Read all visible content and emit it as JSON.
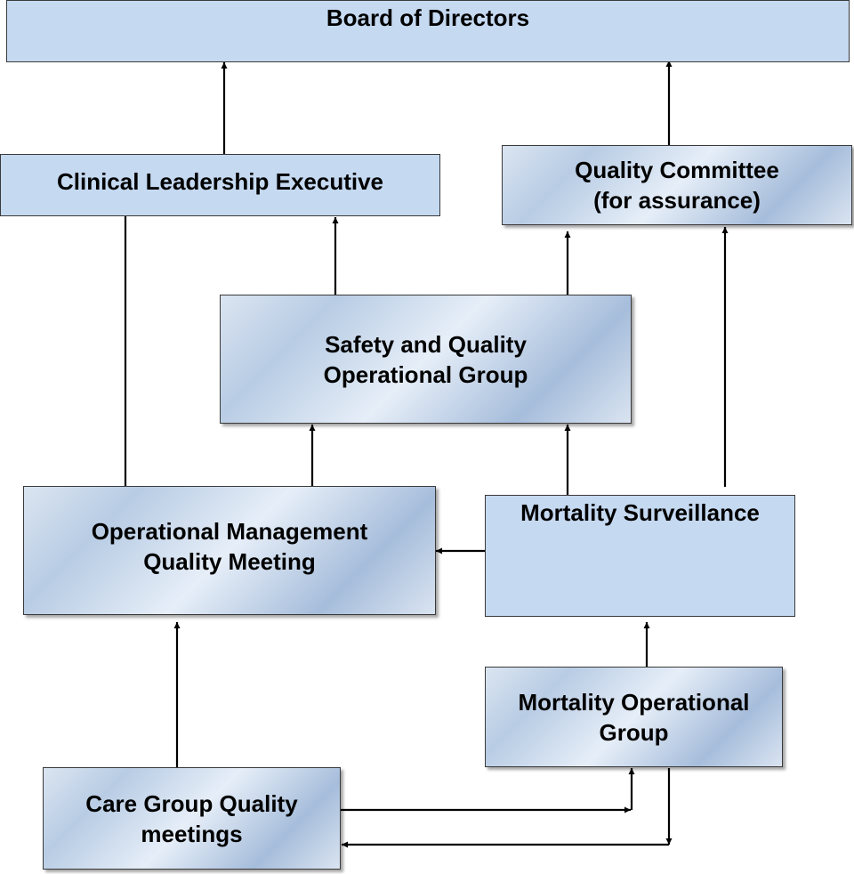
{
  "boxes": {
    "board": "Board of Directors",
    "cle": "Clinical Leadership Executive",
    "qc": [
      "Quality Committee",
      "(for assurance)"
    ],
    "sqog": [
      "Safety and Quality",
      "Operational Group"
    ],
    "omqm": [
      "Operational Management",
      "Quality Meeting"
    ],
    "ms": "Mortality Surveillance",
    "mog": [
      "Mortality Operational",
      "Group"
    ],
    "cgq": [
      "Care Group Quality",
      "meetings"
    ]
  },
  "colors": {
    "box_fill": "#c5d9f1",
    "gradient_light": "#e6eef8",
    "gradient_dark": "#a6bddb",
    "border": "#3a3a3a",
    "arrow": "#000000"
  }
}
